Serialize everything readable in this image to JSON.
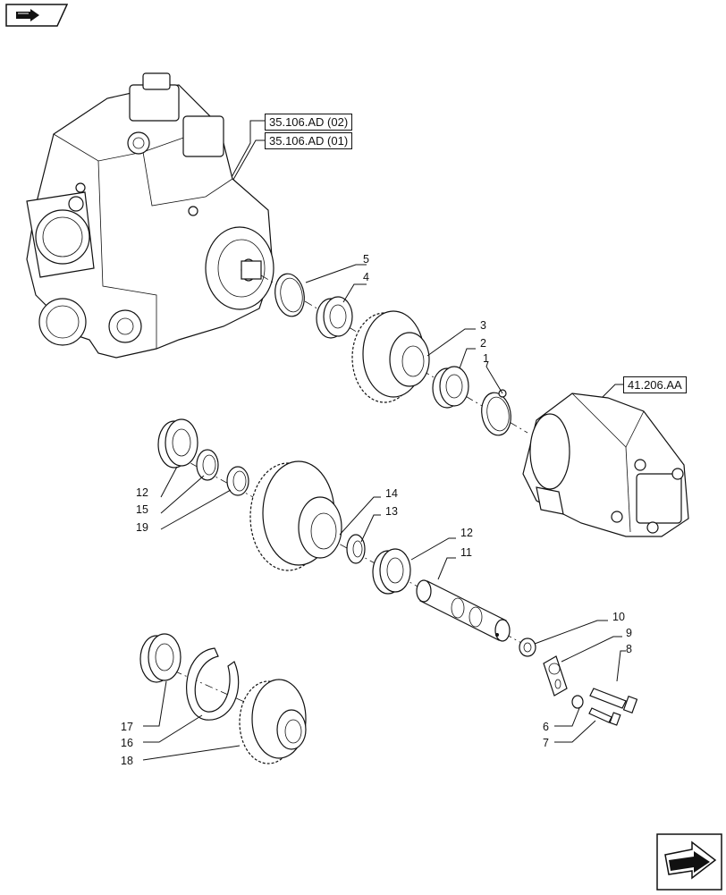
{
  "reference_boxes": [
    {
      "id": "ref-35-106-ad-02",
      "text": "35.106.AD (02)"
    },
    {
      "id": "ref-35-106-ad-01",
      "text": "35.106.AD (01)"
    },
    {
      "id": "ref-41-206-aa",
      "text": "41.206.AA"
    }
  ],
  "callouts": [
    "5",
    "4",
    "3",
    "2",
    "1",
    "12",
    "15",
    "19",
    "14",
    "13",
    "12",
    "11",
    "10",
    "9",
    "8",
    "6",
    "7",
    "17",
    "16",
    "18"
  ],
  "icons": {
    "top_left": "book-arrow-icon",
    "bottom_right": "next-page-arrow-icon"
  }
}
